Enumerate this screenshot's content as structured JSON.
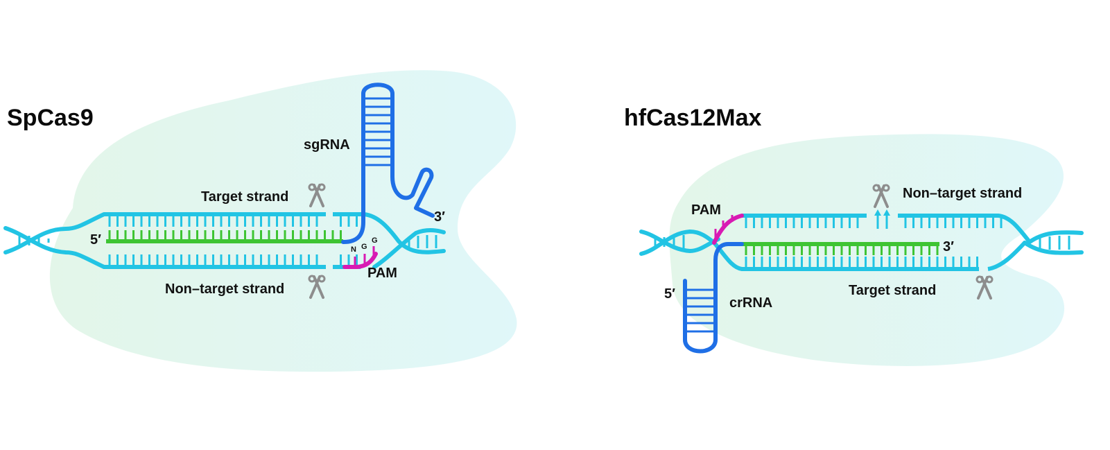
{
  "panels": [
    {
      "title": "SpCas9",
      "labels": {
        "target_strand": "Target strand",
        "non_target_strand": "Non–target strand",
        "guide": "sgRNA",
        "pam": "PAM",
        "five_prime": "5′",
        "three_prime": "3′",
        "pam_bases": [
          "N",
          "G",
          "G"
        ]
      }
    },
    {
      "title": "hfCas12Max",
      "labels": {
        "target_strand": "Target strand",
        "non_target_strand": "Non–target strand",
        "guide": "crRNA",
        "pam": "PAM",
        "five_prime": "5′",
        "three_prime": "3′"
      }
    }
  ],
  "colors": {
    "dna": "#22c4e4",
    "rna": "#1f6fe6",
    "pam": "#d81ab3",
    "guide": "#3ec433",
    "protein_green": "#e3f6ea",
    "protein_cyan": "#e1f6f8",
    "scissors": "#8d8d8d"
  },
  "icons": [
    "scissors-icon"
  ]
}
